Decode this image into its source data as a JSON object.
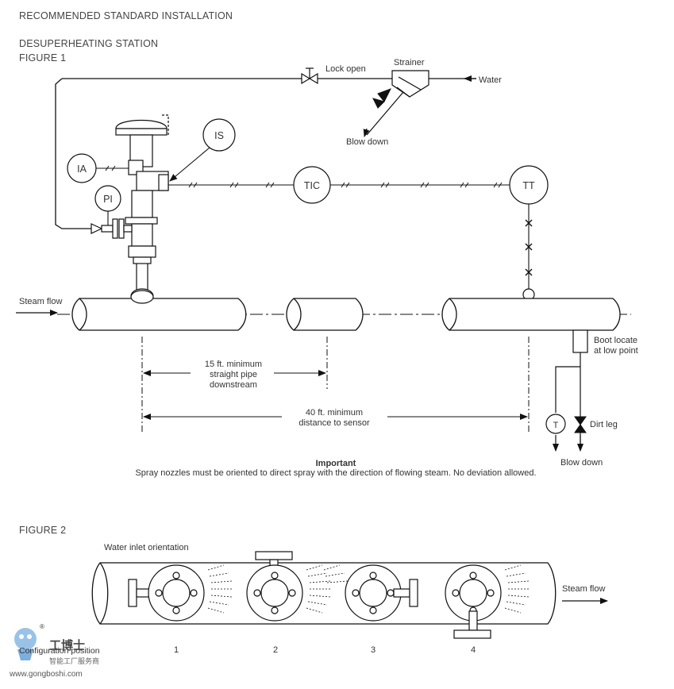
{
  "header": {
    "title": "RECOMMENDED STANDARD INSTALLATION",
    "section": "DESUPERHEATING STATION",
    "figure1": "FIGURE 1"
  },
  "figure1": {
    "lock_open": "Lock open",
    "strainer": "Strainer",
    "water": "Water",
    "blow_down_top": "Blow down",
    "is": "IS",
    "ia": "IA",
    "pi": "PI",
    "tic": "TIC",
    "tt": "TT",
    "t": "T",
    "steam_flow": "Steam flow",
    "boot_locate_1": "Boot locate",
    "boot_locate_2": "at low point",
    "dirt_leg": "Dirt leg",
    "blow_down_bottom": "Blow down",
    "dim15_1": "15 ft. minimum",
    "dim15_2": "straight pipe",
    "dim15_3": "downstream",
    "dim40_1": "40 ft. minimum",
    "dim40_2": "distance to sensor",
    "important": "Important",
    "note": "Spray nozzles must be oriented to direct spray with the direction of flowing steam. No deviation allowed."
  },
  "figure2": {
    "title": "FIGURE 2",
    "water_inlet": "Water inlet orientation",
    "steam_flow": "Steam flow",
    "config_position": "Configuration position",
    "positions": [
      "1",
      "2",
      "3",
      "4"
    ]
  },
  "watermark": {
    "brand_cn": "工博士",
    "sub_cn": "智能工厂服务商",
    "url": "www.gongboshi.com",
    "reg": "®"
  }
}
